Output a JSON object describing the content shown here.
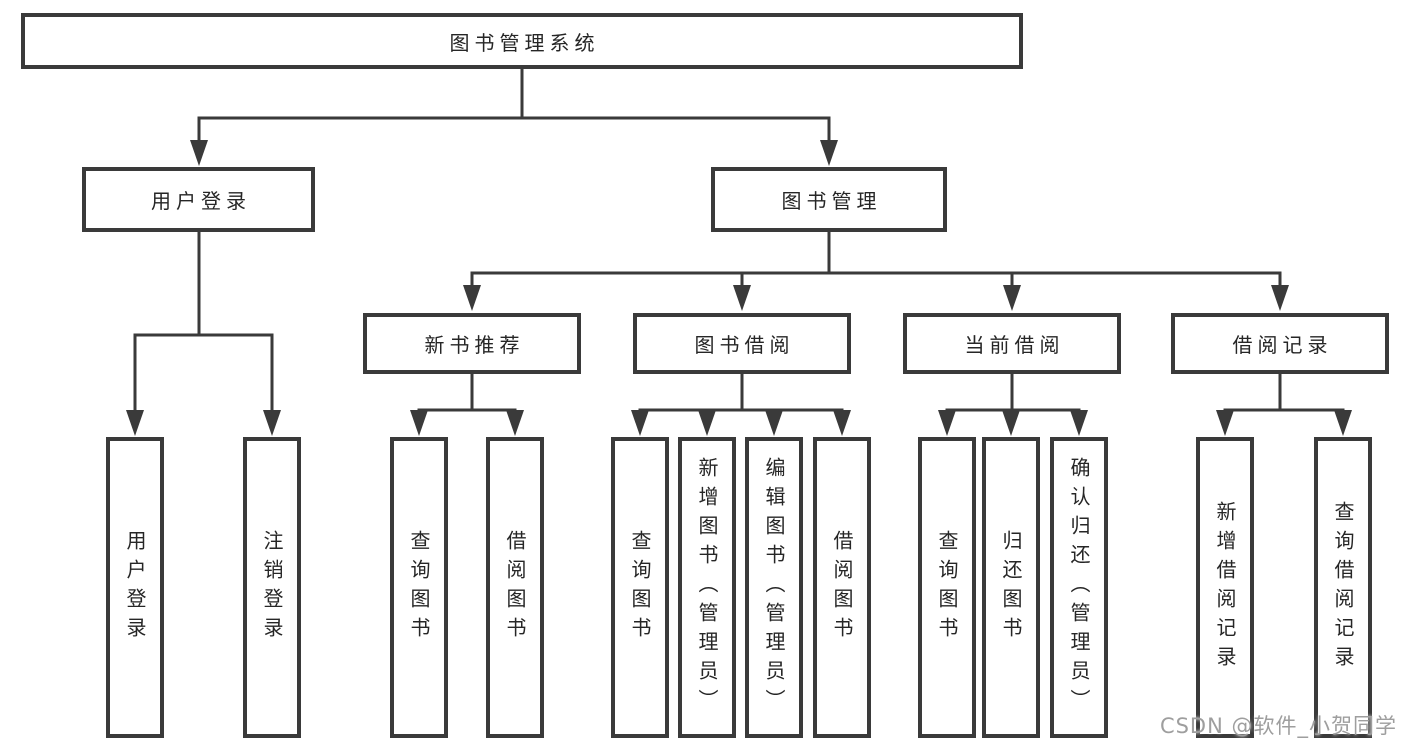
{
  "tree": {
    "root": {
      "label": "图书管理系统"
    },
    "branches": [
      {
        "label": "用户登录",
        "children": [
          {
            "label": "用户登录"
          },
          {
            "label": "注销登录"
          }
        ]
      },
      {
        "label": "图书管理",
        "sections": [
          {
            "label": "新书推荐",
            "children": [
              {
                "label": "查询图书"
              },
              {
                "label": "借阅图书"
              }
            ]
          },
          {
            "label": "图书借阅",
            "children": [
              {
                "label": "查询图书"
              },
              {
                "label": "新增图书（管理员）"
              },
              {
                "label": "编辑图书（管理员）"
              },
              {
                "label": "借阅图书"
              }
            ]
          },
          {
            "label": "当前借阅",
            "children": [
              {
                "label": "查询图书"
              },
              {
                "label": "归还图书"
              },
              {
                "label": "确认归还（管理员）"
              }
            ]
          },
          {
            "label": "借阅记录",
            "children": [
              {
                "label": "新增借阅记录"
              },
              {
                "label": "查询借阅记录"
              }
            ]
          }
        ]
      }
    ]
  },
  "watermark": {
    "text": "CSDN @软件_小贺同学"
  },
  "colors": {
    "line": "#3a3a3a",
    "text": "#262626",
    "watermark": "#9e9e9e",
    "background": "#ffffff"
  }
}
